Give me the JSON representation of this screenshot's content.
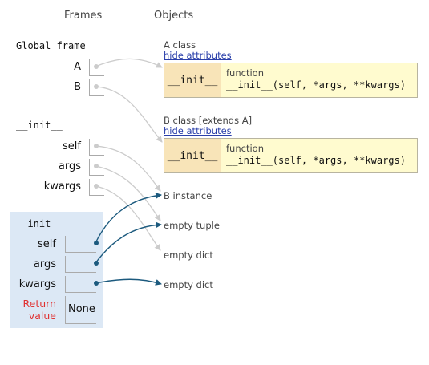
{
  "headers": {
    "frames": "Frames",
    "objects": "Objects"
  },
  "frames": {
    "global": {
      "title": "Global frame",
      "vars": [
        "A",
        "B"
      ]
    },
    "init1": {
      "title": "__init__",
      "vars": [
        "self",
        "args",
        "kwargs"
      ]
    },
    "init2": {
      "title": "__init__",
      "vars": [
        "self",
        "args",
        "kwargs"
      ],
      "return_label_1": "Return",
      "return_label_2": "value",
      "return_value": "None"
    }
  },
  "objects": {
    "class_a": {
      "label": "A class",
      "hide_link": "hide attributes",
      "key": "__init__",
      "kind": "function",
      "signature": "__init__(self, *args, **kwargs)"
    },
    "class_b": {
      "label": "B class [extends A]",
      "hide_link": "hide attributes",
      "key": "__init__",
      "kind": "function",
      "signature": "__init__(self, *args, **kwargs)"
    },
    "b_instance": "B instance",
    "empty_tuple": "empty tuple",
    "empty_dict_1": "empty dict",
    "empty_dict_2": "empty dict"
  },
  "colors": {
    "active_pointer": "#1c5a7e",
    "inactive_pointer": "#cccccc",
    "active_frame": "#dce8f5",
    "func_bg": "#fffbcf",
    "func_key_bg": "#f8e4b8",
    "return_label": "#e03030"
  }
}
